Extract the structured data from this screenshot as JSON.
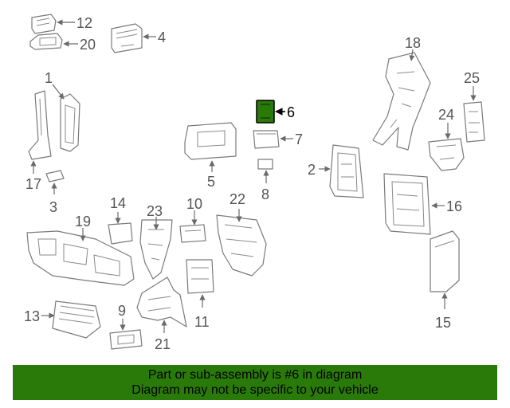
{
  "highlight_color": "#2a7a0a",
  "highlighted_part": "6",
  "callouts": [
    "1",
    "2",
    "3",
    "4",
    "5",
    "6",
    "7",
    "8",
    "9",
    "10",
    "11",
    "12",
    "13",
    "14",
    "15",
    "16",
    "17",
    "18",
    "19",
    "20",
    "21",
    "22",
    "23",
    "24",
    "25"
  ],
  "banner": {
    "line1": "Part or sub-assembly is #6 in diagram",
    "line2": "Diagram may not be specific to your vehicle"
  }
}
